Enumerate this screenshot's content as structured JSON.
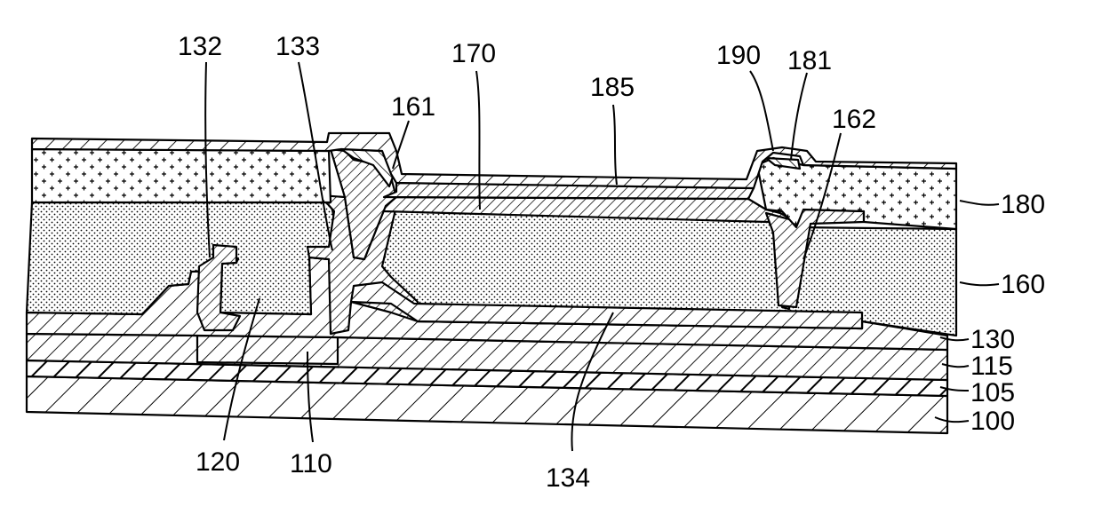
{
  "labels": {
    "l132": "132",
    "l133": "133",
    "l170": "170",
    "l185": "185",
    "l190": "190",
    "l181": "181",
    "l161": "161",
    "l162": "162",
    "l180": "180",
    "l160": "160",
    "l130": "130",
    "l115": "115",
    "l105": "105",
    "l100": "100",
    "l120": "120",
    "l110": "110",
    "l134": "134"
  }
}
